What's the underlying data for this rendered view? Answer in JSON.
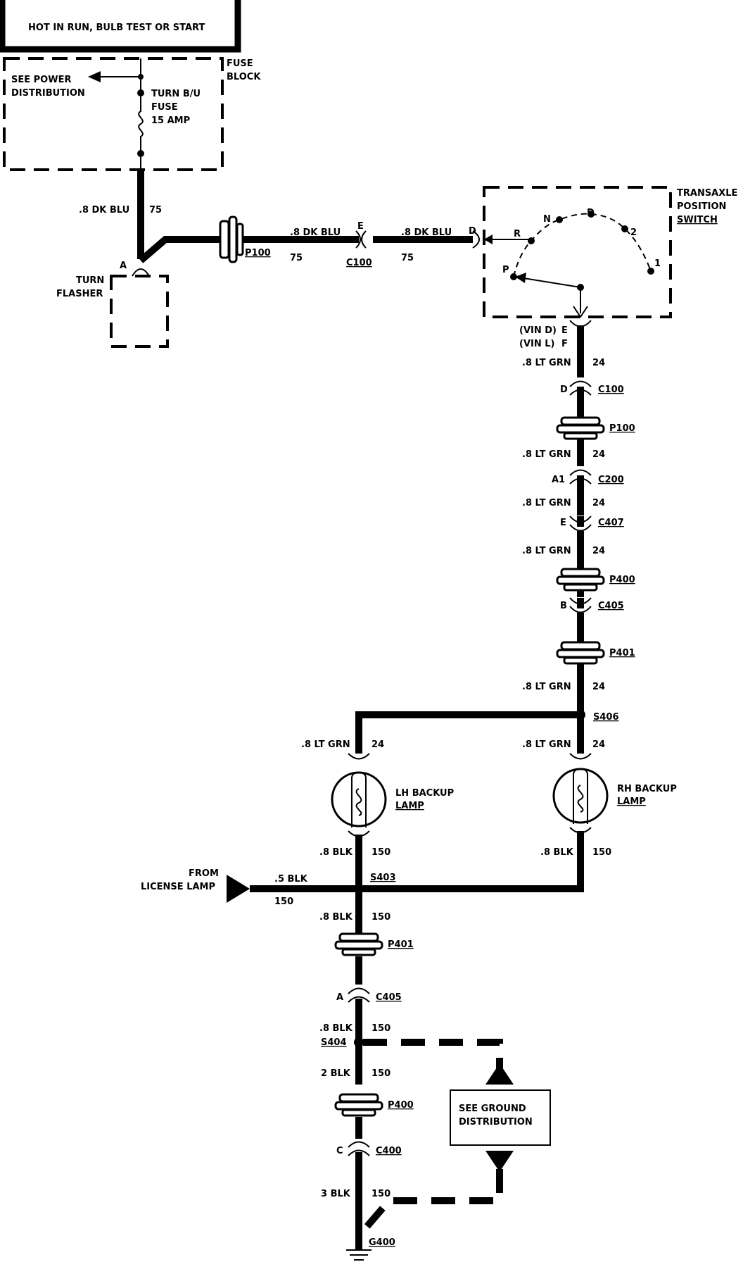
{
  "header": {
    "label": "HOT IN RUN, BULB TEST OR START"
  },
  "fuse_block": {
    "title_line1": "FUSE",
    "title_line2": "BLOCK",
    "power_line1": "SEE POWER",
    "power_line2": "DISTRIBUTION",
    "fuse_line1": "TURN B/U",
    "fuse_line2": "FUSE",
    "fuse_line3": "15 AMP"
  },
  "turn_flasher": {
    "line1": "TURN",
    "line2": "FLASHER",
    "pin": "A"
  },
  "wire_top": {
    "gauge_color": ".8 DK BLU",
    "circuit": "75"
  },
  "connectors": {
    "p100_left": "P100",
    "c100_left": "C100",
    "c100_pin": "E",
    "switch_pin_d": "D",
    "c100_right": "C100",
    "c100_right_pin": "D",
    "p100_right": "P100",
    "c200": "C200",
    "c200_pin": "A1",
    "c407": "C407",
    "c407_pin": "E",
    "p400_right": "P400",
    "c405_right": "C405",
    "c405_right_pin": "B",
    "p401_right": "P401",
    "s406": "S406",
    "s403": "S403",
    "p401_left": "P401",
    "c405_left": "C405",
    "c405_left_pin": "A",
    "s404": "S404",
    "p400_left": "P400",
    "c400": "C400",
    "c400_pin": "C",
    "g400": "G400"
  },
  "transaxle_switch": {
    "line1": "TRANSAXLE",
    "line2": "POSITION",
    "line3": "SWITCH",
    "pos_r": "R",
    "pos_n": "N",
    "pos_d": "D",
    "pos_2": "2",
    "pos_1": "1",
    "pos_p": "P",
    "vin_d": "(VIN D)",
    "vin_d_pin": "E",
    "vin_l": "(VIN L)",
    "vin_l_pin": "F"
  },
  "wires": {
    "lt_grn": ".8 LT GRN",
    "circuit_24": "24",
    "blk_8": ".8 BLK",
    "blk_5": ".5 BLK",
    "blk_2": "2 BLK",
    "blk_3": "3 BLK",
    "circuit_150": "150"
  },
  "lamps": {
    "lh_line1": "LH BACKUP",
    "lh_line2": "LAMP",
    "rh_line1": "RH BACKUP",
    "rh_line2": "LAMP"
  },
  "license": {
    "line1": "FROM",
    "line2": "LICENSE LAMP"
  },
  "ground_dist": {
    "line1": "SEE GROUND",
    "line2": "DISTRIBUTION"
  }
}
